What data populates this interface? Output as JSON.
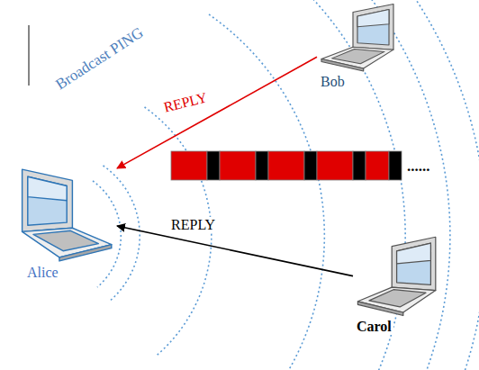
{
  "diagram": {
    "nodes": [
      {
        "text": [
          "Alice"
        ]
      },
      {
        "text": [
          "Bob"
        ]
      },
      {
        "text": [
          "Carol"
        ]
      }
    ],
    "edges": [
      {
        "from": 1,
        "to": 0,
        "label": "REPLY",
        "arrow": "to"
      },
      {
        "from": 2,
        "to": 0,
        "label": "REPLY",
        "arrow": "to"
      }
    ],
    "labels": [
      "Broadcast PING",
      "......"
    ]
  }
}
